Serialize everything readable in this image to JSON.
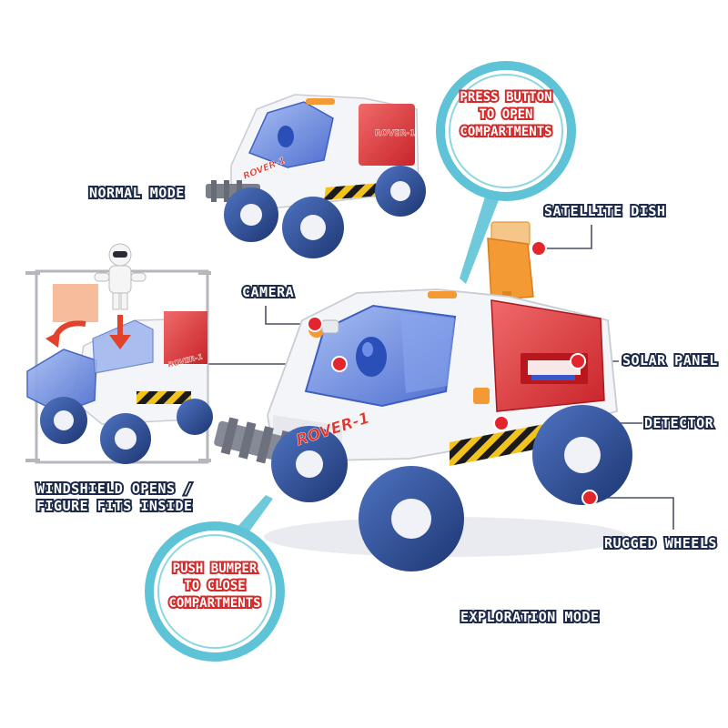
{
  "labels": {
    "normal_mode": "NORMAL MODE",
    "press_button": [
      "PRESS BUTTON",
      "TO OPEN",
      "COMPARTMENTS"
    ],
    "satellite_dish": "SATELLITE DISH",
    "camera": "CAMERA",
    "solar_panel": "SOLAR PANEL",
    "detector": "DETECTOR",
    "rugged_wheels": "RUGGED WHEELS",
    "windshield": [
      "WINDSHIELD OPENS /",
      "FIGURE FITS INSIDE"
    ],
    "push_bumper": [
      "PUSH BUMPER",
      "TO CLOSE",
      "COMPARTMENTS"
    ],
    "exploration_mode": "EXPLORATION MODE"
  },
  "vehicle_text": {
    "main_logo": "ROVER-1",
    "small_logo": "ROVER-1",
    "side_logo": "ROVER-1",
    "inset_logo": "ROVER-1"
  },
  "colors": {
    "label_outline": "#1d2a4a",
    "bubble_ring": "#5ec3d6",
    "bubble_text_outline": "#d42a2a",
    "body_white": "#f4f5f8",
    "compartment_red": "#e23b3b",
    "wheel_blue": "#2f4e8e",
    "windshield_blue": "#6f8fe0",
    "accent_orange": "#f39a34",
    "pointer_red": "#e3262e"
  }
}
